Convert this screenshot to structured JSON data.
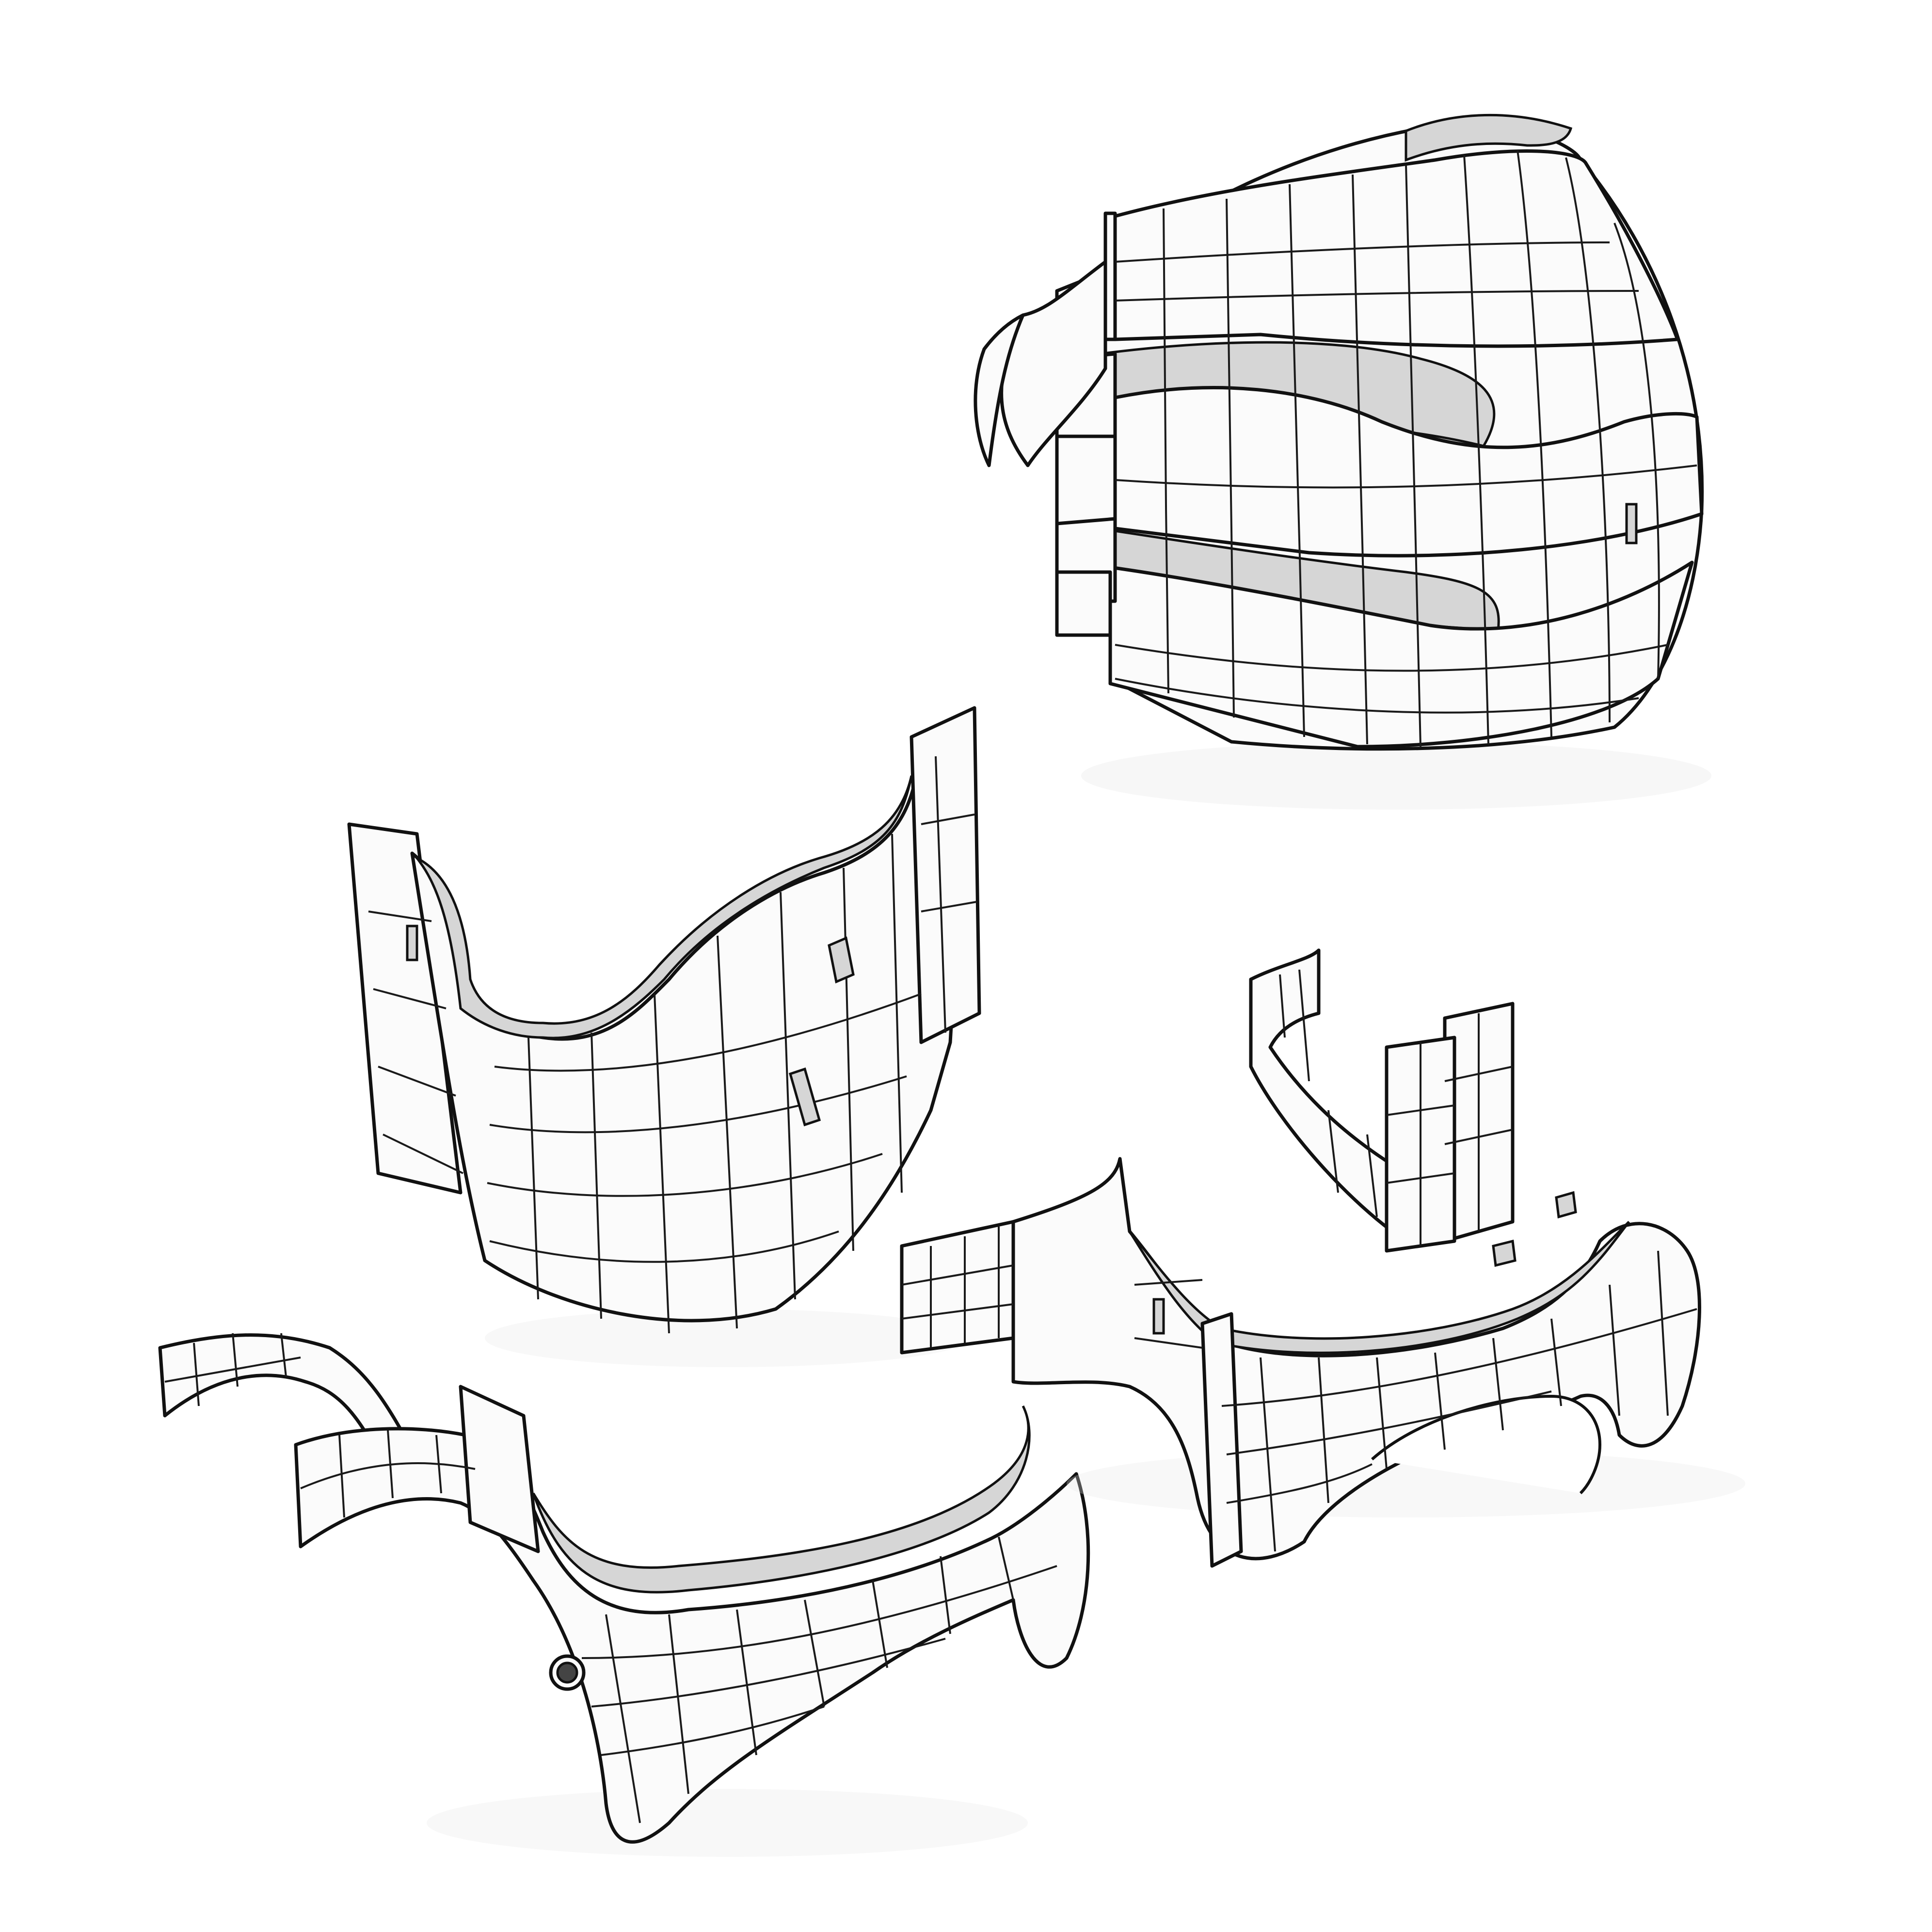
{
  "figure": {
    "title": "",
    "background_color": "#ffffff",
    "line_color": "#111111",
    "surface_color": "#fbfbfb",
    "interior_color": "#d6d6d6",
    "accent_color": "#e8d84a"
  },
  "components": [
    {
      "name": "assembled-shell"
    },
    {
      "name": "middle-band-shell"
    },
    {
      "name": "lower-left-ring"
    },
    {
      "name": "lower-right-ring"
    }
  ]
}
